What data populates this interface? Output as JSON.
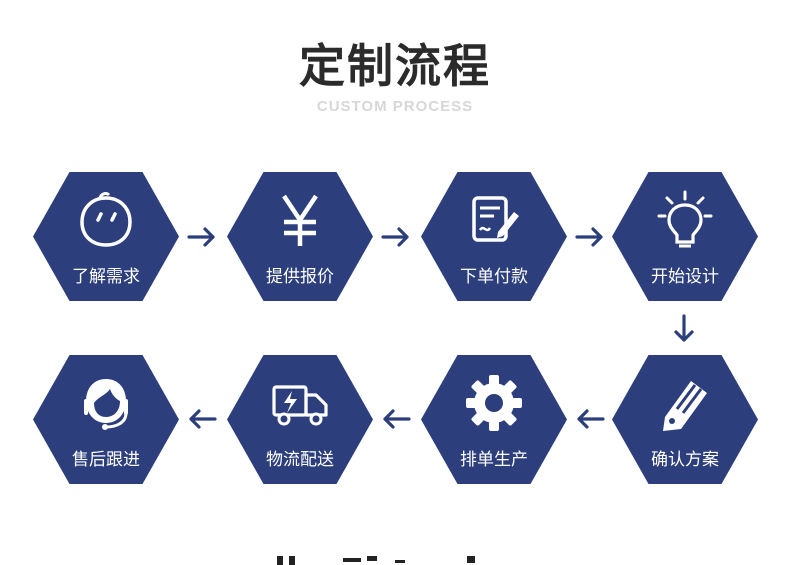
{
  "header": {
    "title": "定制流程",
    "subtitle": "CUSTOM PROCESS"
  },
  "steps": [
    {
      "label": "了解需求",
      "icon": "chat-bubble-face-icon"
    },
    {
      "label": "提供报价",
      "icon": "yen-icon"
    },
    {
      "label": "下单付款",
      "icon": "document-pen-icon"
    },
    {
      "label": "开始设计",
      "icon": "lightbulb-icon"
    },
    {
      "label": "确认方案",
      "icon": "tag-pen-icon"
    },
    {
      "label": "排单生产",
      "icon": "gear-icon"
    },
    {
      "label": "物流配送",
      "icon": "delivery-truck-icon"
    },
    {
      "label": "售后跟进",
      "icon": "customer-service-headset-icon"
    }
  ],
  "colors": {
    "hex_fill": "#2c3f7c",
    "arrow": "#2c3f7c",
    "title": "#2b2b2b",
    "subtitle": "#d7d7d7"
  }
}
